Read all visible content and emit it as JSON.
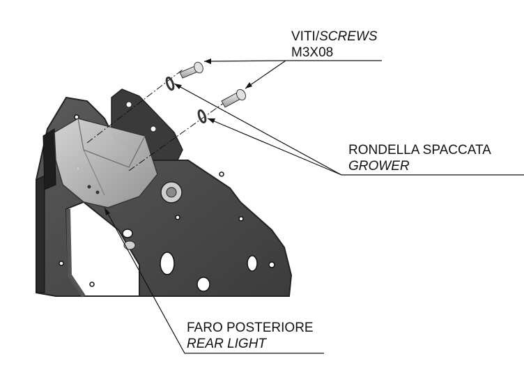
{
  "labels": {
    "screws_it": "VITI/",
    "screws_en": "SCREWS",
    "screws_size": "M3X08",
    "washer_it": "RONDELLA SPACCATA",
    "washer_en": "GROWER",
    "light_it": "FARO POSTERIORE",
    "light_en": "REAR LIGHT"
  },
  "colors": {
    "plate_fill": "#4a4a4a",
    "plate_edge": "#2a2a2a",
    "plate_shadow": "#2f2f2f",
    "light_fill": "#bdbdbd",
    "hardware": "#d6d6d6",
    "leader": "#111111"
  }
}
